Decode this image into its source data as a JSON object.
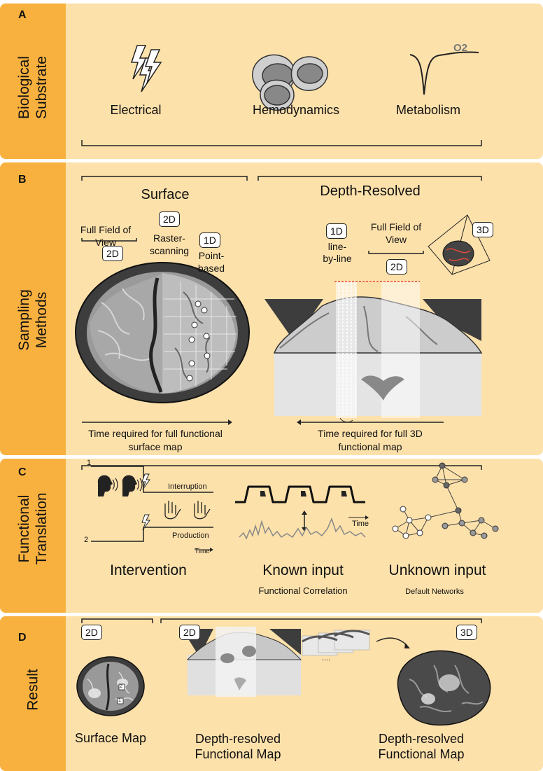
{
  "panels": {
    "a": {
      "letter": "A",
      "title_l1": "Biological",
      "title_l2": "Substrate",
      "items": {
        "electrical": "Electrical",
        "hemodynamics": "Hemodynamics",
        "metabolism": "Metabolism",
        "o2": "O2"
      }
    },
    "b": {
      "letter": "B",
      "title_l1": "Sampling",
      "title_l2": "Methods",
      "surface": "Surface",
      "depth_resolved": "Depth-Resolved",
      "full_fov_l1": "Full Field of",
      "full_fov_l2": "View",
      "raster_l1": "Raster-",
      "raster_l2": "scanning",
      "point_l1": "Point-",
      "point_l2": "based",
      "line_l1": "line-",
      "line_l2": "by-line",
      "depth_fov_l1": "Full Field of",
      "depth_fov_l2": "View",
      "badges": {
        "raster": "2D",
        "fov_surface": "2D",
        "point": "1D",
        "line": "1D",
        "fov_depth": "2D",
        "volume": "3D"
      },
      "time_surface_l1": "Time required for full functional",
      "time_surface_l2": "surface map",
      "time_depth_l1": "Time required for full 3D",
      "time_depth_l2": "functional map"
    },
    "c": {
      "letter": "C",
      "title_l1": "Functional",
      "title_l2": "Translation",
      "trace1_num": "1",
      "trace2_num": "2",
      "interruption": "Interruption",
      "production": "Production",
      "time_left": "Time",
      "time_mid": "Time",
      "intervention": "Intervention",
      "known_input": "Known input",
      "functional_correlation": "Functional Correlation",
      "unknown_input": "Unknown input",
      "default_networks": "Default Networks"
    },
    "d": {
      "letter": "D",
      "title": "Result",
      "badges": {
        "surface": "2D",
        "depth": "2D",
        "volume": "3D"
      },
      "marker_1": "1",
      "marker_2": "2",
      "dots": "....",
      "surface_map": "Surface Map",
      "depth_map_l1": "Depth-resolved",
      "depth_map_l2": "Functional Map",
      "volume_map_l1": "Depth-resolved",
      "volume_map_l2": "Functional Map"
    }
  },
  "colors": {
    "panel_bg": "#fde1ab",
    "sidebar": "#f8b13f",
    "brain_dark": "#3a3a3a",
    "accent_red": "#e0483a"
  }
}
